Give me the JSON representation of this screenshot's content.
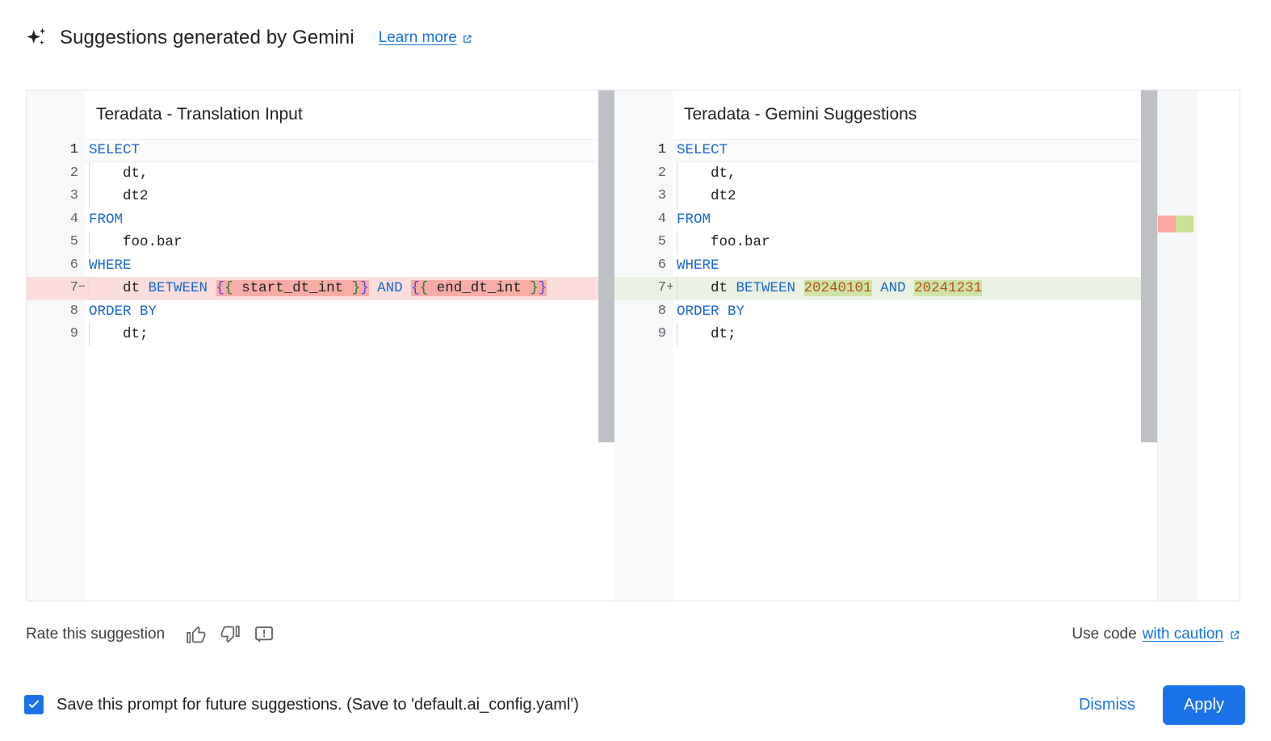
{
  "header": {
    "icon": "sparkle-icon",
    "title": "Suggestions generated by Gemini",
    "learn_more": "Learn more",
    "learn_more_icon": "external-link-icon"
  },
  "colors": {
    "accent": "#1a73e8",
    "keyword": "#1967d2",
    "number": "#b8500f",
    "diff_delete_row": "#fbdedc",
    "diff_delete_token": "#f7aca6",
    "diff_add_row": "#eaf2e4",
    "diff_add_token": "#cfe3a8",
    "overview_delete": "#f9a8a2",
    "overview_add": "#c9e294",
    "scrollbar": "#bdc1c6"
  },
  "diff": {
    "left": {
      "title": "Teradata - Translation Input",
      "lines": [
        {
          "n": "1",
          "sign": "",
          "state": "current",
          "tokens": [
            {
              "t": "SELECT",
              "c": "kw"
            }
          ]
        },
        {
          "n": "2",
          "sign": "",
          "state": "normal",
          "tokens": [
            {
              "t": "    dt,",
              "c": ""
            }
          ]
        },
        {
          "n": "3",
          "sign": "",
          "state": "normal",
          "tokens": [
            {
              "t": "    dt2",
              "c": ""
            }
          ]
        },
        {
          "n": "4",
          "sign": "",
          "state": "normal",
          "tokens": [
            {
              "t": "FROM",
              "c": "kw"
            }
          ]
        },
        {
          "n": "5",
          "sign": "",
          "state": "normal",
          "tokens": [
            {
              "t": "    foo.bar",
              "c": ""
            }
          ]
        },
        {
          "n": "6",
          "sign": "",
          "state": "normal",
          "tokens": [
            {
              "t": "WHERE",
              "c": "kw"
            }
          ]
        },
        {
          "n": "7",
          "sign": "−",
          "state": "del",
          "tokens": [
            {
              "t": "    dt ",
              "c": ""
            },
            {
              "t": "BETWEEN",
              "c": "kw"
            },
            {
              "t": " ",
              "c": ""
            },
            {
              "t": "{",
              "c": "br-a tok-del"
            },
            {
              "t": "{",
              "c": "br-b tok-del"
            },
            {
              "t": " start_dt_int ",
              "c": "tok-del"
            },
            {
              "t": "}",
              "c": "br-b tok-del"
            },
            {
              "t": "}",
              "c": "br-a tok-del"
            },
            {
              "t": " ",
              "c": ""
            },
            {
              "t": "AND",
              "c": "kw"
            },
            {
              "t": " ",
              "c": ""
            },
            {
              "t": "{",
              "c": "br-a tok-del"
            },
            {
              "t": "{",
              "c": "br-b tok-del"
            },
            {
              "t": " end_dt_int ",
              "c": "tok-del"
            },
            {
              "t": "}",
              "c": "br-b tok-del"
            },
            {
              "t": "}",
              "c": "br-a tok-del"
            }
          ]
        },
        {
          "n": "8",
          "sign": "",
          "state": "normal",
          "tokens": [
            {
              "t": "ORDER BY",
              "c": "kw"
            }
          ]
        },
        {
          "n": "9",
          "sign": "",
          "state": "normal",
          "tokens": [
            {
              "t": "    dt;",
              "c": ""
            }
          ]
        }
      ]
    },
    "right": {
      "title": "Teradata - Gemini Suggestions",
      "lines": [
        {
          "n": "1",
          "sign": "",
          "state": "current",
          "tokens": [
            {
              "t": "SELECT",
              "c": "kw"
            }
          ]
        },
        {
          "n": "2",
          "sign": "",
          "state": "normal",
          "tokens": [
            {
              "t": "    dt,",
              "c": ""
            }
          ]
        },
        {
          "n": "3",
          "sign": "",
          "state": "normal",
          "tokens": [
            {
              "t": "    dt2",
              "c": ""
            }
          ]
        },
        {
          "n": "4",
          "sign": "",
          "state": "normal",
          "tokens": [
            {
              "t": "FROM",
              "c": "kw"
            }
          ]
        },
        {
          "n": "5",
          "sign": "",
          "state": "normal",
          "tokens": [
            {
              "t": "    foo.bar",
              "c": ""
            }
          ]
        },
        {
          "n": "6",
          "sign": "",
          "state": "normal",
          "tokens": [
            {
              "t": "WHERE",
              "c": "kw"
            }
          ]
        },
        {
          "n": "7",
          "sign": "+",
          "state": "add",
          "tokens": [
            {
              "t": "    dt ",
              "c": ""
            },
            {
              "t": "BETWEEN",
              "c": "kw"
            },
            {
              "t": " ",
              "c": ""
            },
            {
              "t": "20240101",
              "c": "num tok-add"
            },
            {
              "t": " ",
              "c": ""
            },
            {
              "t": "AND",
              "c": "kw"
            },
            {
              "t": " ",
              "c": ""
            },
            {
              "t": "20241231",
              "c": "num tok-add"
            }
          ]
        },
        {
          "n": "8",
          "sign": "",
          "state": "normal",
          "tokens": [
            {
              "t": "ORDER BY",
              "c": "kw"
            }
          ]
        },
        {
          "n": "9",
          "sign": "",
          "state": "normal",
          "tokens": [
            {
              "t": "    dt;",
              "c": ""
            }
          ]
        }
      ]
    }
  },
  "rate": {
    "label": "Rate this suggestion",
    "thumb_up_icon": "thumb-up-icon",
    "thumb_down_icon": "thumb-down-icon",
    "report_icon": "report-feedback-icon",
    "use_code_prefix": "Use code",
    "use_code_link": "with caution",
    "use_code_icon": "external-link-icon"
  },
  "bottom": {
    "checkbox_checked": true,
    "checkbox_label": "Save this prompt for future suggestions. (Save to 'default.ai_config.yaml')",
    "dismiss_label": "Dismiss",
    "apply_label": "Apply"
  }
}
